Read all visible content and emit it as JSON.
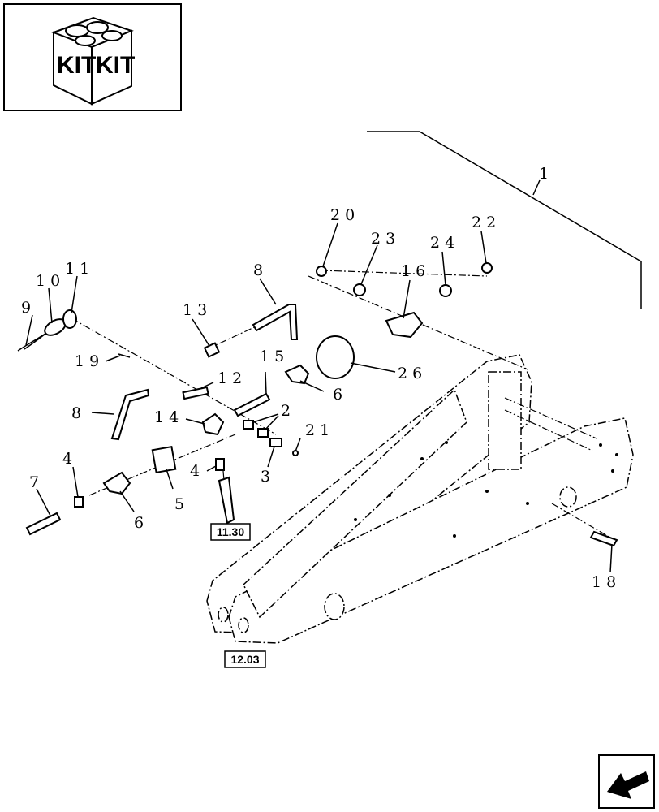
{
  "kit_badge": {
    "left_text": "KIT",
    "right_text": "KIT"
  },
  "callouts": {
    "c1": "1",
    "c2": "2",
    "c3": "3",
    "c4a": "4",
    "c4b": "4",
    "c5": "5",
    "c6a": "6",
    "c6b": "6",
    "c7": "7",
    "c8a": "8",
    "c8b": "8",
    "c9": "9",
    "c10": "10",
    "c11": "11",
    "c12": "12",
    "c13": "13",
    "c14": "14",
    "c15": "15",
    "c16": "16",
    "c18": "18",
    "c19": "19",
    "c20": "20",
    "c21": "21",
    "c22": "22",
    "c23": "23",
    "c24": "24",
    "c26": "26"
  },
  "section_refs": {
    "ref_a": "11.30",
    "ref_b": "12.03"
  },
  "icons": {
    "kit": "kit-box-icon",
    "nav": "previous-page-arrow-icon"
  }
}
